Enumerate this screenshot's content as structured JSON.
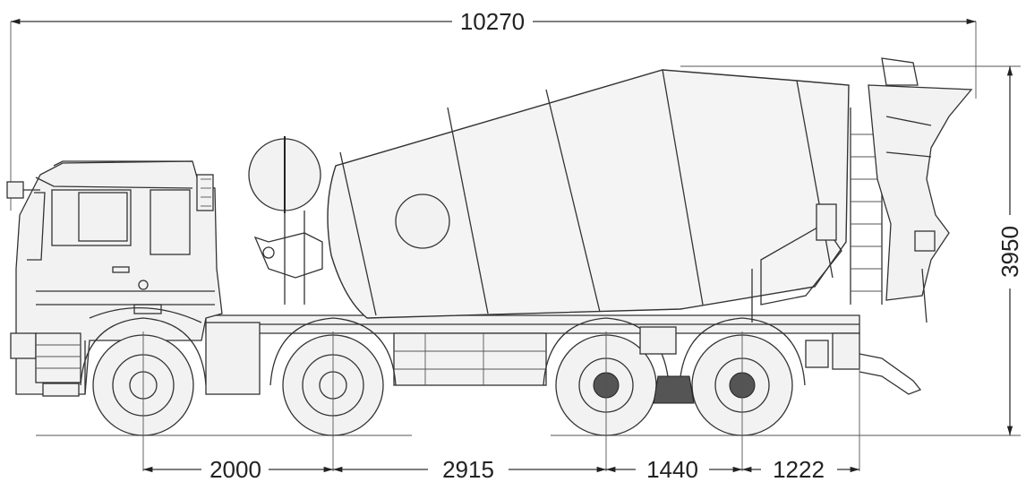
{
  "dimensions": {
    "overall_length": "10270",
    "overall_height": "3950",
    "wheelbase_1": "2000",
    "wheelbase_2": "2915",
    "wheelbase_3": "1440",
    "rear_overhang": "1222"
  },
  "icons": [
    "truck-cab-drawing",
    "mixer-drum-drawing",
    "water-tank-drawing",
    "wheel-drawing",
    "chassis-frame-drawing",
    "ladder-drawing",
    "hopper-drawing"
  ]
}
